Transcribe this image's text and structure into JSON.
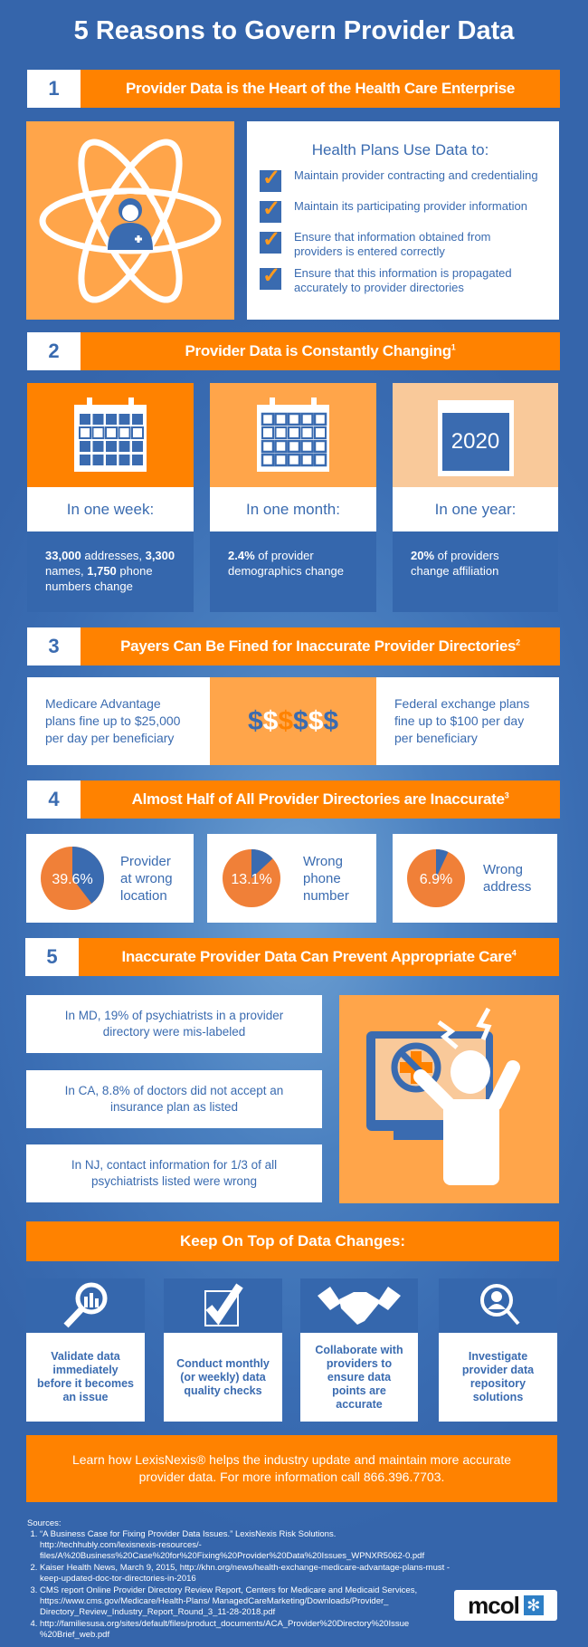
{
  "title": "5 Reasons to Govern Provider Data",
  "colors": {
    "orange": "#ff8200",
    "light_orange": "#ffa54a",
    "peach": "#f9c99a",
    "blue": "#3a6bb0",
    "pie_orange": "#f08038"
  },
  "s1": {
    "num": "1",
    "title": "Provider Data is the Heart of the Health Care Enterprise",
    "list_title": "Health Plans Use Data to:",
    "items": [
      "Maintain provider contracting and credentialing",
      "Maintain its participating provider information",
      "Ensure that information obtained from providers is entered correctly",
      "Ensure that this information is propagated accurately to provider directories"
    ],
    "icon": "atom-doctor-icon"
  },
  "s2": {
    "num": "2",
    "title": "Provider Data is Constantly Changing",
    "sup": "1",
    "cards": [
      {
        "label": "In one week:",
        "b1": "33,000",
        "t1": " addresses, ",
        "b2": "3,300",
        "t2": " names, ",
        "b3": "1,750",
        "t3": " phone numbers change"
      },
      {
        "label": "In one month:",
        "b1": "2.4%",
        "t1": " of provider demographics change"
      },
      {
        "label": "In one year:",
        "year": "2020",
        "b1": "20%",
        "t1": " of providers change affiliation"
      }
    ]
  },
  "s3": {
    "num": "3",
    "title": "Payers Can Be Fined for Inaccurate Provider Directories",
    "sup": "2",
    "left": "Medicare Advantage plans fine up to $25,000 per day per beneficiary",
    "right": "Federal exchange plans fine up to $100 per day per beneficiary",
    "icon": "dollar-signs-icon"
  },
  "s4": {
    "num": "4",
    "title": "Almost Half of All Provider Directories are Inaccurate",
    "sup": "3",
    "pies": [
      {
        "value": 39.6,
        "label": "39.6%",
        "text": "Provider at wrong location"
      },
      {
        "value": 13.1,
        "label": "13.1%",
        "text": "Wrong phone number"
      },
      {
        "value": 6.9,
        "label": "6.9%",
        "text": "Wrong address"
      }
    ]
  },
  "s5": {
    "num": "5",
    "title": "Inaccurate Provider Data Can Prevent Appropriate Care",
    "sup": "4",
    "facts": [
      "In MD, 19% of psychiatrists in a provider directory were mis-labeled",
      "In CA, 8.8% of doctors did not accept an insurance plan as listed",
      "In NJ, contact information for 1/3 of all psychiatrists listed were wrong"
    ]
  },
  "tips": {
    "title": "Keep On Top of Data Changes:",
    "items": [
      {
        "icon": "magnifier-chart-icon",
        "text": "Validate data immediately before it becomes an issue"
      },
      {
        "icon": "checkbox-icon",
        "text": "Conduct monthly (or weekly) data quality checks"
      },
      {
        "icon": "handshake-icon",
        "text": "Collaborate with providers to ensure data points are accurate"
      },
      {
        "icon": "person-search-icon",
        "text": "Investigate provider data repository solutions"
      }
    ]
  },
  "cta": "Learn how LexisNexis® helps the industry update and maintain more accurate provider data. For more information call 866.396.7703.",
  "sources": {
    "title": "Sources:",
    "items": [
      "“A Business Case for Fixing Provider Data Issues.” LexisNexis Risk Solutions. http://techhubly.com/lexisnexis-resources/-files/A%20Business%20Case%20for%20Fixing%20Provider%20Data%20Issues_WPNXR5062-0.pdf",
      "Kaiser Health News, March 9, 2015, http://khn.org/news/health-exchange-medicare-advantage-plans-must -keep-updated-doc-tor-directories-in-2016",
      "CMS report Online Provider Directory Review Report, Centers for Medicare and Medicaid Services, https://www.cms.gov/Medicare/Health-Plans/ ManagedCareMarketing/Downloads/Provider_ Directory_Review_Industry_Report_Round_3_11-28-2018.pdf",
      "http://familiesusa.org/sites/default/files/product_documents/ACA_Provider%20Directory%20Issue %20Brief_web.pdf"
    ]
  },
  "logo": "mcol"
}
